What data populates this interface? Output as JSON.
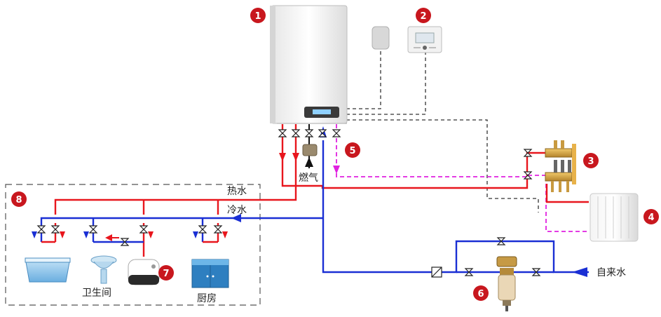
{
  "colors": {
    "hot": "#e8161d",
    "cold": "#1a2fd4",
    "gas": "#111111",
    "floor_return": "#e020e0",
    "badge": "#c8171e",
    "control": "#333333"
  },
  "labels": {
    "hot_water": "热水",
    "cold_water": "冷水",
    "gas": "燃气",
    "tap_water": "自来水",
    "bathroom": "卫生间",
    "kitchen": "厨房"
  },
  "badges": [
    "1",
    "2",
    "3",
    "4",
    "5",
    "6",
    "7",
    "8"
  ],
  "components": [
    {
      "badge": "1",
      "icon": "wall-boiler-icon"
    },
    {
      "badge": "2",
      "icon": "thermostat-icon"
    },
    {
      "badge": "3",
      "icon": "manifold-icon"
    },
    {
      "badge": "4",
      "icon": "radiator-icon"
    },
    {
      "badge": "5",
      "icon": "gas-valve-icon"
    },
    {
      "badge": "6",
      "icon": "prefilter-icon"
    },
    {
      "badge": "7",
      "icon": "water-heater-icon"
    },
    {
      "badge": "8",
      "icon": "household-zone"
    }
  ]
}
